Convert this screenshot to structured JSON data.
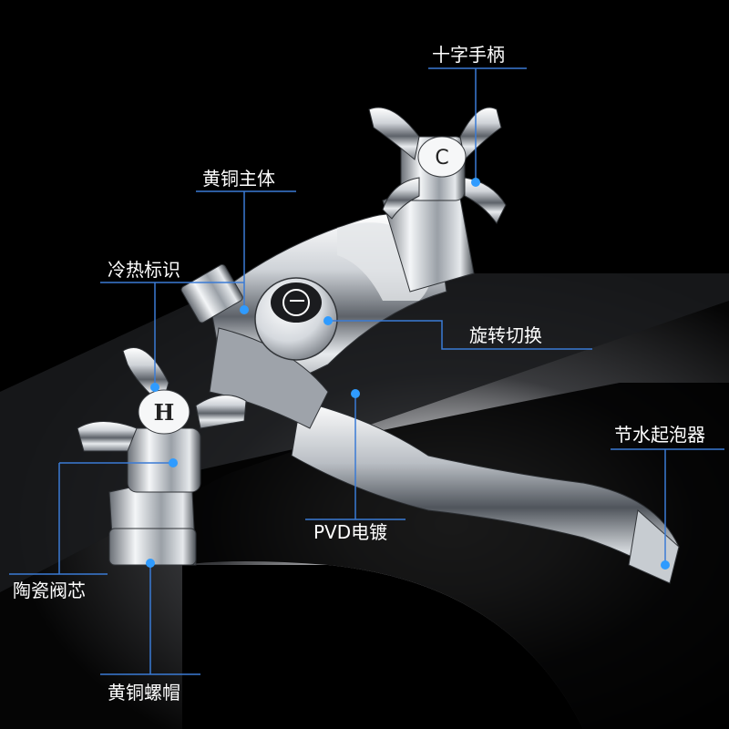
{
  "labels": {
    "cross_handle": "十字手柄",
    "brass_body": "黄铜主体",
    "hot_cold_mark": "冷热标识",
    "rotary_switch": "旋转切换",
    "water_aerator": "节水起泡器",
    "pvd_plating": "PVD电镀",
    "ceramic_valve_core": "陶瓷阀芯",
    "brass_nut_cap": "黄铜螺帽"
  },
  "handle_marks": {
    "cold": "C",
    "hot": "H"
  },
  "colors": {
    "background": "#000000",
    "callout_line": "#3a7bd5",
    "callout_dot": "#2f9bff",
    "label_text": "#ffffff",
    "chrome_light": "#f2f4f6",
    "chrome_dark": "#3c4046"
  }
}
